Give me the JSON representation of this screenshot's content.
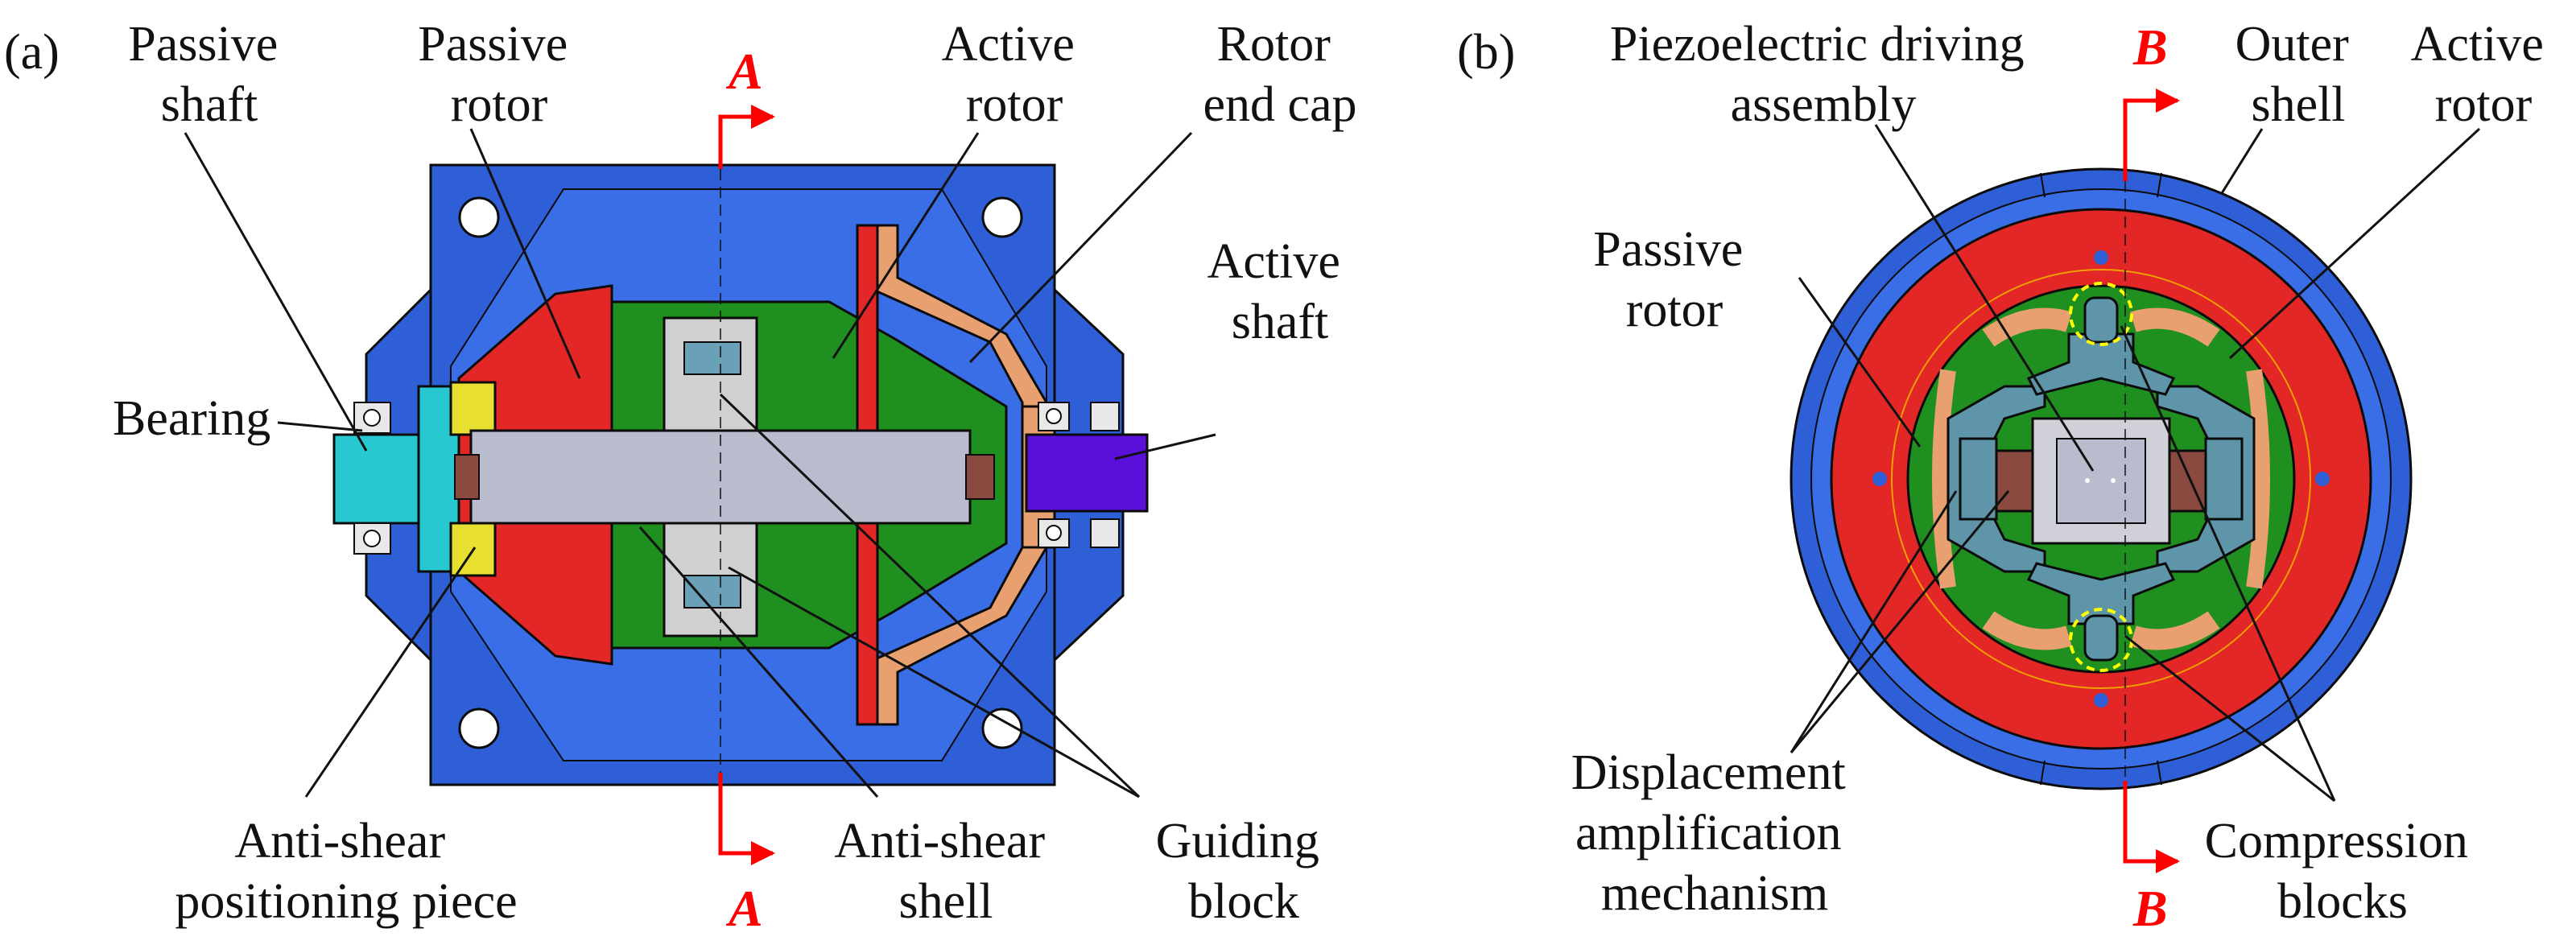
{
  "panels": {
    "a": {
      "tag": "(a)",
      "section_letter": "A",
      "labels": {
        "passive_shaft": [
          "Passive",
          "shaft"
        ],
        "passive_rotor": [
          "Passive",
          "rotor"
        ],
        "active_rotor": [
          "Active",
          "rotor"
        ],
        "rotor_end_cap": [
          "Rotor",
          "end cap"
        ],
        "active_shaft": [
          "Active",
          "shaft"
        ],
        "bearing": [
          "Bearing"
        ],
        "anti_shear_positioning_piece": [
          "Anti-shear",
          "positioning piece"
        ],
        "anti_shear_shell": [
          "Anti-shear",
          "shell"
        ],
        "guiding_block": [
          "Guiding",
          "block"
        ]
      }
    },
    "b": {
      "tag": "(b)",
      "section_letter": "B",
      "labels": {
        "piezoelectric_driving_assembly": [
          "Piezoelectric driving",
          "assembly"
        ],
        "outer_shell": [
          "Outer",
          "shell"
        ],
        "active_rotor": [
          "Active",
          "rotor"
        ],
        "passive_rotor": [
          "Passive",
          "rotor"
        ],
        "displacement_amplification_mechanism": [
          "Displacement",
          "amplification",
          "mechanism"
        ],
        "compression_blocks": [
          "Compression",
          "blocks"
        ]
      }
    }
  },
  "colors": {
    "housing": "#2f5fd6",
    "passive_rotor": "#e32626",
    "active_rotor": "#1f8f1f",
    "end_cap": "#e8a070",
    "shaft": "#b8bccc",
    "active_shaft": "#5a10d8",
    "passive_shaft": "#28c8d0",
    "positioning_piece": "#e8e030",
    "section_mark": "#ff0000",
    "mechanism": "#5e95a8",
    "piezo_stack": "#8a4a40"
  }
}
